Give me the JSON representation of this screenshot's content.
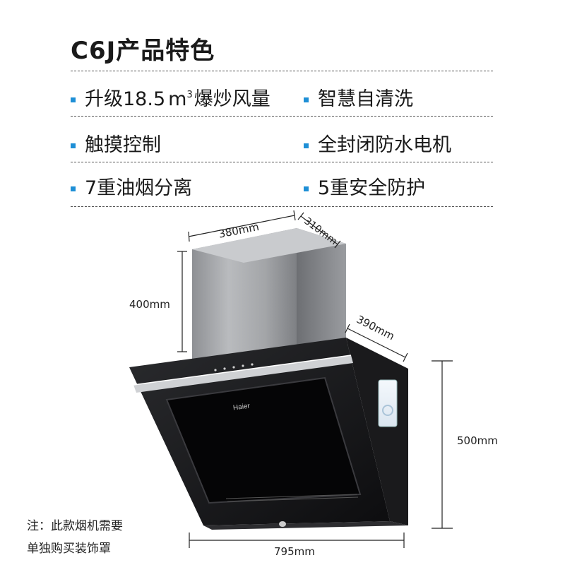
{
  "title": "C6J产品特色",
  "features": [
    {
      "text_a": "升级18.5",
      "unit": "m",
      "sup": "3",
      "text_b": "爆炒风量"
    },
    {
      "text": "智慧自清洗"
    },
    {
      "text": "触摸控制"
    },
    {
      "text": "全封闭防水电机"
    },
    {
      "text": "7重油烟分离"
    },
    {
      "text": "5重安全防护"
    }
  ],
  "dimensions": {
    "chimney_width": "380mm",
    "chimney_depth": "310mm",
    "chimney_height": "400mm",
    "hood_depth": "390mm",
    "hood_height": "500mm",
    "hood_width": "795mm"
  },
  "brand_logo": "Haier",
  "note": {
    "line1": "注：此款烟机需要",
    "line2": "单独购买装饰罩"
  },
  "colors": {
    "bullet": "#1e8fd6"
  }
}
